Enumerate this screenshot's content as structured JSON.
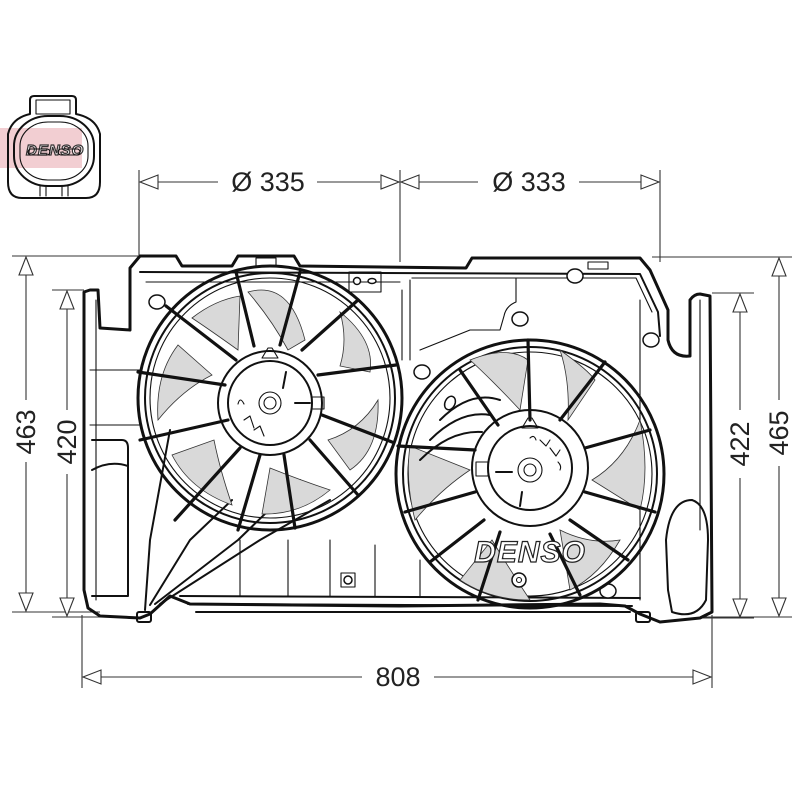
{
  "drawing": {
    "subject": "Dual radiator cooling fan assembly",
    "brand_logo": "DENSO",
    "connector": {
      "label": "DENSO",
      "tint_color": "#e8a6ad"
    },
    "dimensions": {
      "fan_left_diameter": "Ø 335",
      "fan_right_diameter": "Ø 333",
      "overall_width": "808",
      "left_outer_height": "463",
      "left_inner_height": "420",
      "right_inner_height": "422",
      "right_outer_height": "465"
    },
    "colors": {
      "line": "#111111",
      "dimension_line": "#333333",
      "blade_fill": "#d9d9d9",
      "background": "#ffffff"
    }
  }
}
